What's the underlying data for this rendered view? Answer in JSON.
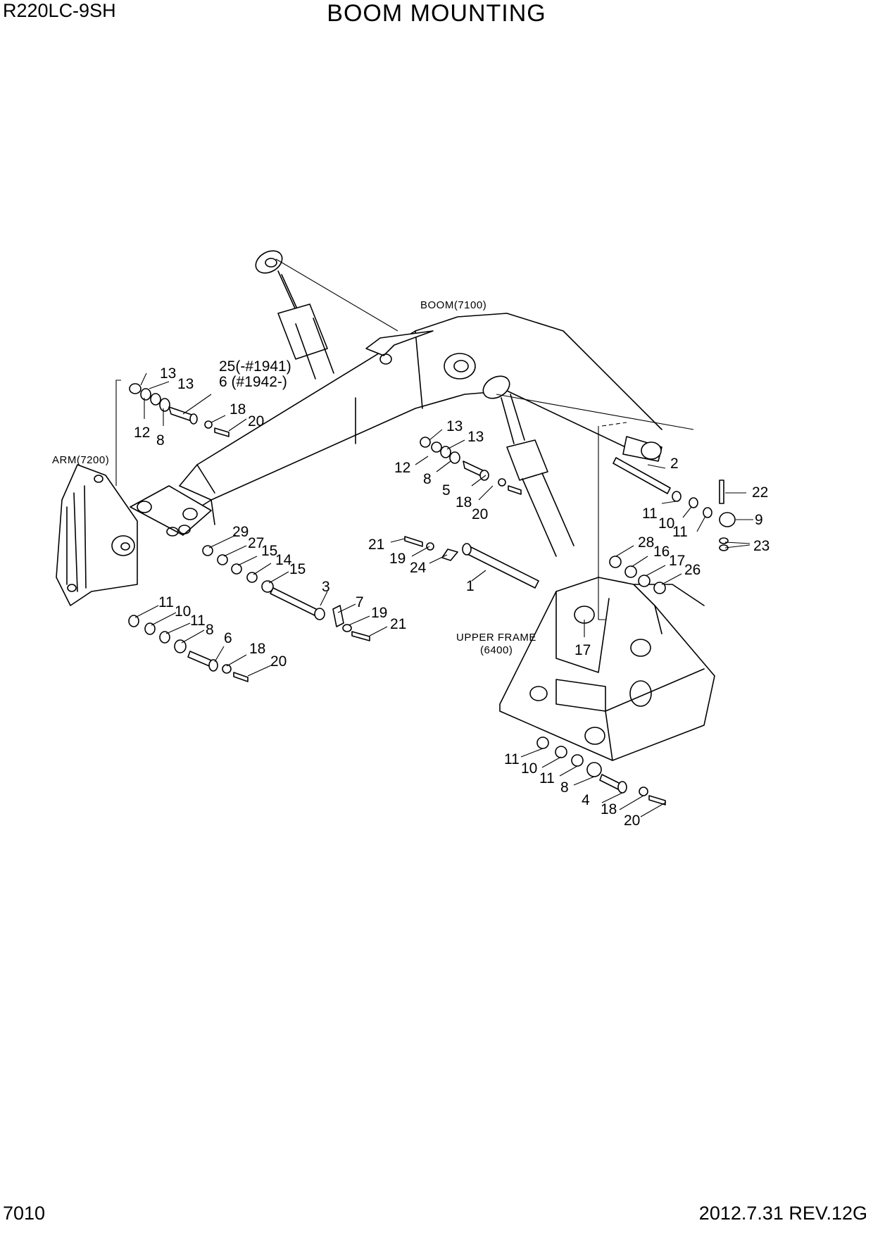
{
  "header": {
    "model": "R220LC-9SH",
    "title": "BOOM MOUNTING"
  },
  "footer": {
    "page": "7010",
    "revision": "2012.7.31  REV.12G"
  },
  "assemblies": {
    "boom": "BOOM(7100)",
    "arm": "ARM(7200)",
    "upper_frame_1": "UPPER FRAME",
    "upper_frame_2": "(6400)"
  },
  "callouts": [
    {
      "label": "13"
    },
    {
      "label": "13"
    },
    {
      "label": "25(-#1941)"
    },
    {
      "label": "6 (#1942-)"
    },
    {
      "label": "12"
    },
    {
      "label": "8"
    },
    {
      "label": "18"
    },
    {
      "label": "20"
    },
    {
      "label": "13"
    },
    {
      "label": "13"
    },
    {
      "label": "12"
    },
    {
      "label": "8"
    },
    {
      "label": "5"
    },
    {
      "label": "18"
    },
    {
      "label": "20"
    },
    {
      "label": "2"
    },
    {
      "label": "22"
    },
    {
      "label": "11"
    },
    {
      "label": "10"
    },
    {
      "label": "11"
    },
    {
      "label": "9"
    },
    {
      "label": "28"
    },
    {
      "label": "16"
    },
    {
      "label": "17"
    },
    {
      "label": "26"
    },
    {
      "label": "23"
    },
    {
      "label": "21"
    },
    {
      "label": "19"
    },
    {
      "label": "24"
    },
    {
      "label": "1"
    },
    {
      "label": "29"
    },
    {
      "label": "27"
    },
    {
      "label": "15"
    },
    {
      "label": "14"
    },
    {
      "label": "15"
    },
    {
      "label": "3"
    },
    {
      "label": "7"
    },
    {
      "label": "19"
    },
    {
      "label": "21"
    },
    {
      "label": "11"
    },
    {
      "label": "10"
    },
    {
      "label": "11"
    },
    {
      "label": "8"
    },
    {
      "label": "6"
    },
    {
      "label": "18"
    },
    {
      "label": "20"
    },
    {
      "label": "17"
    },
    {
      "label": "11"
    },
    {
      "label": "10"
    },
    {
      "label": "11"
    },
    {
      "label": "8"
    },
    {
      "label": "4"
    },
    {
      "label": "18"
    },
    {
      "label": "20"
    }
  ]
}
